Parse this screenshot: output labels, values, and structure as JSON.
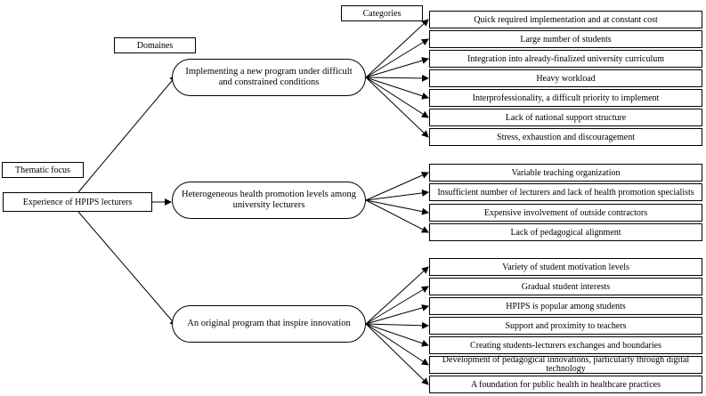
{
  "labels": {
    "thematic_focus": "Thematic focus",
    "domaines": "Domaines",
    "categories": "Categories"
  },
  "focus": {
    "text": "Experience of HPIPS lecturers"
  },
  "domains": [
    {
      "text": "Implementing a new program under difficult and constrained conditions",
      "categories": [
        "Quick required implementation and at constant cost",
        "Large number of students",
        "Integration into already-finalized university curriculum",
        "Heavy workload",
        "Interprofessionality, a difficult priority to implement",
        "Lack of national support structure",
        "Stress, exhaustion and discouragement"
      ]
    },
    {
      "text": "Heterogeneous health promotion levels among university lecturers",
      "categories": [
        "Variable teaching organization",
        "Insufficient number of lecturers and lack of health promotion specialists",
        "Expensive involvement of outside contractors",
        "Lack of pedagogical alignment"
      ]
    },
    {
      "text": "An original program that inspire innovation",
      "categories": [
        "Variety of student motivation levels",
        "Gradual student interests",
        "HPIPS is popular among students",
        "Support and proximity to teachers",
        "Creating students-lecturers exchanges and boundaries",
        "Development of pedagogical innovations, particularly through digital technology",
        "A foundation for public health in healthcare practices"
      ]
    }
  ]
}
